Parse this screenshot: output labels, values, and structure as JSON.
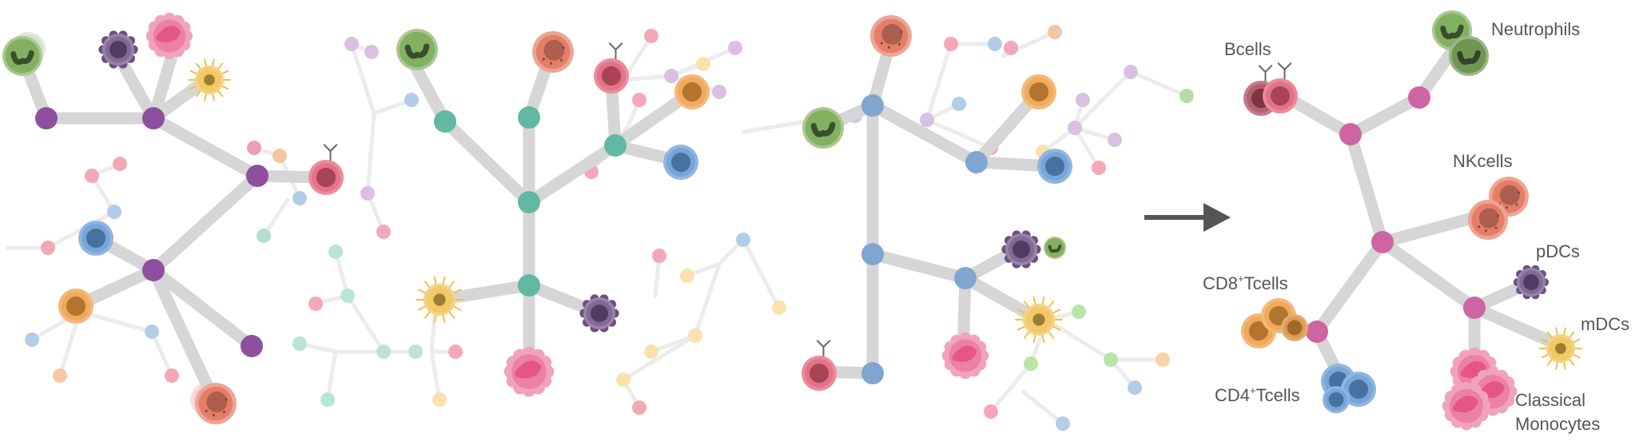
{
  "colors": {
    "edge": "#d6d6d6",
    "edge_faint": "#ececec",
    "arrow": "#555555",
    "node_purple": "#8e4f9f",
    "node_teal": "#62b8a2",
    "node_blue": "#7fa6d1",
    "node_pink": "#cf64a3",
    "bcell": "#e05a72",
    "neutrophil": "#84b062",
    "nk": "#e57e68",
    "pdc": "#6d4f82",
    "mdc": "#f0c04c",
    "cd8": "#ef9a3e",
    "cd4": "#5f96d2",
    "monocyte": "#e55588"
  },
  "icons": {
    "arrow": "right-arrow-icon",
    "bcell": "bcell-icon",
    "neutrophil": "neutrophil-icon",
    "nk": "nk-cell-icon",
    "pdc": "pdc-icon",
    "mdc": "mdc-icon",
    "tcell": "tcell-icon",
    "monocyte": "monocyte-icon"
  },
  "labels": {
    "bcells": "Bcells",
    "neutrophils": "Neutrophils",
    "nkcells": "NKcells",
    "pdcs": "pDCs",
    "mdcs": "mDCs",
    "cd8_prefix": "CD8",
    "cd8_sup": "+",
    "cd8_suffix": "Tcells",
    "cd4_prefix": "CD4",
    "cd4_sup": "+",
    "cd4_suffix": "Tcells",
    "classical": "Classical",
    "monocytes": "Monocytes"
  }
}
